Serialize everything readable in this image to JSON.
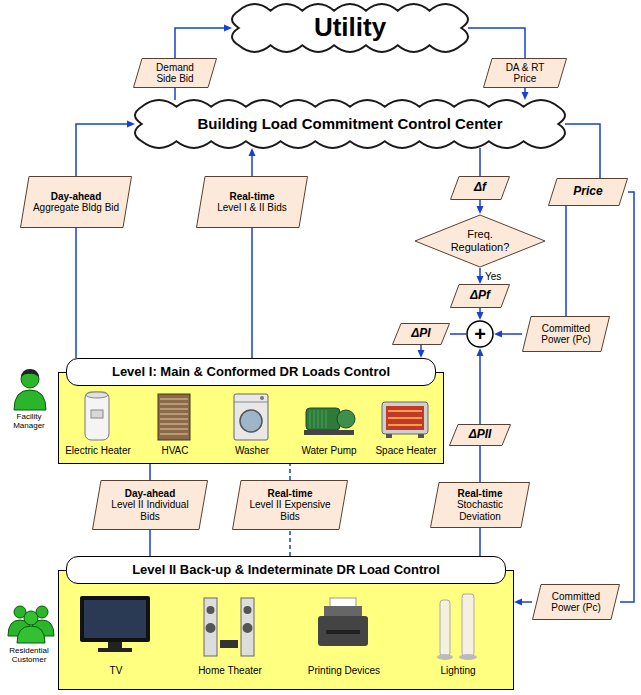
{
  "diagram": {
    "nodes": [
      {
        "text": [
          "Utility"
        ]
      },
      {
        "text": [
          "Demand Side Bid"
        ]
      },
      {
        "text": [
          "DA & RT Price"
        ]
      },
      {
        "text": [
          "Building Load Commitment Control Center"
        ]
      },
      {
        "text": [
          "Day-ahead",
          "Aggregate Bldg Bid"
        ]
      },
      {
        "text": [
          "Real-time",
          "Level I & II Bids"
        ]
      },
      {
        "text": [
          "Δf"
        ]
      },
      {
        "text": [
          "Freq. Regulation?"
        ]
      },
      {
        "text": [
          "Price"
        ]
      },
      {
        "text": [
          "ΔPf"
        ]
      },
      {
        "text": [
          "+"
        ]
      },
      {
        "text": [
          "Committed Power (Pc)"
        ]
      },
      {
        "text": [
          "ΔPI"
        ]
      },
      {
        "text": [
          "Electric Heater",
          "HVAC",
          "Washer",
          "Water Pump",
          "Space Heater"
        ]
      },
      {
        "text": [
          "Level I: Main & Conformed DR Loads Control"
        ],
        "in": 13
      },
      {
        "text": [
          "ΔPII"
        ]
      },
      {
        "text": [
          "Day-ahead",
          "Level II Individual Bids"
        ]
      },
      {
        "text": [
          "Real-time",
          "Level II Expensive Bids"
        ]
      },
      {
        "text": [
          "Real-time",
          "Stochastic Deviation"
        ]
      },
      {
        "text": [
          "Committed Power (Pc)"
        ]
      },
      {
        "text": [
          "TV",
          "Home Theater",
          "Printing Devices",
          "Lighting"
        ]
      },
      {
        "text": [
          "Level II Back-up & Indeterminate DR Load Control"
        ],
        "in": 20
      }
    ],
    "edges": [
      {
        "from": 3,
        "to": 1,
        "arrow": "none"
      },
      {
        "from": 1,
        "to": 0,
        "arrow": "to"
      },
      {
        "from": 0,
        "to": 2,
        "arrow": "none"
      },
      {
        "from": 2,
        "to": 3,
        "arrow": "to"
      },
      {
        "from": 14,
        "to": 4,
        "arrow": "none"
      },
      {
        "from": 4,
        "to": 3,
        "arrow": "to"
      },
      {
        "from": 14,
        "to": 5,
        "arrow": "none"
      },
      {
        "from": 5,
        "to": 3,
        "arrow": "to"
      },
      {
        "from": 3,
        "to": 6,
        "arrow": "none"
      },
      {
        "from": 6,
        "to": 7,
        "arrow": "to"
      },
      {
        "from": 7,
        "to": 9,
        "label": "Yes",
        "arrow": "to"
      },
      {
        "from": 9,
        "to": 10,
        "arrow": "to"
      },
      {
        "from": 3,
        "to": 8,
        "arrow": "none"
      },
      {
        "from": 8,
        "to": 11,
        "arrow": "none"
      },
      {
        "from": 11,
        "to": 10,
        "arrow": "to"
      },
      {
        "from": 10,
        "to": 12,
        "arrow": "none"
      },
      {
        "from": 12,
        "to": 14,
        "arrow": "to"
      },
      {
        "from": 21,
        "to": 18,
        "arrow": "none"
      },
      {
        "from": 18,
        "to": 15,
        "arrow": "none"
      },
      {
        "from": 15,
        "to": 10,
        "arrow": "to"
      },
      {
        "from": 21,
        "to": 16,
        "arrow": "none"
      },
      {
        "from": 16,
        "to": 13,
        "arrow": "none"
      },
      {
        "from": 21,
        "to": 17,
        "arrow": "none"
      },
      {
        "from": 17,
        "to": 13,
        "arrow": "none"
      },
      {
        "from": 8,
        "to": 19,
        "arrow": "none"
      },
      {
        "from": 19,
        "to": 20,
        "arrow": "to"
      }
    ],
    "labels": [
      "Facility Manager",
      "Residential Customer"
    ]
  }
}
